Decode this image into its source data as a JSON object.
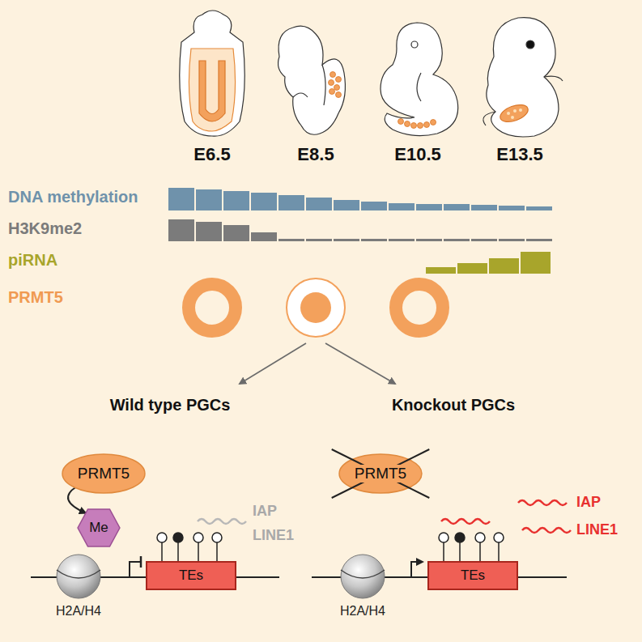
{
  "diagram": {
    "nodes": [
      {
        "text": [
          "PRMT5"
        ]
      },
      {
        "text": [
          "Me"
        ]
      },
      {
        "text": [
          "TEs"
        ]
      },
      {
        "text": [
          "PRMT5"
        ]
      },
      {
        "text": [
          "TEs"
        ]
      }
    ],
    "edges": [
      {
        "from": 0,
        "to": 1,
        "arrow": "to"
      }
    ],
    "labels": [
      "E6.5",
      "E8.5",
      "E10.5",
      "E13.5",
      "DNA methylation",
      "H3K9me2",
      "piRNA",
      "PRMT5",
      "Wild type PGCs",
      "Knockout PGCs",
      "IAP",
      "LINE1",
      "H2A/H4",
      "IAP",
      "LINE1",
      "H2A/H4"
    ]
  }
}
